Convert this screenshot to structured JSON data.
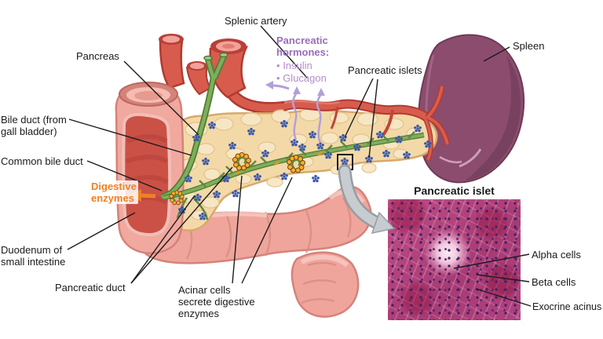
{
  "figure": {
    "type": "anatomical-diagram",
    "subject": "Pancreas with duodenum, spleen, splenic artery and pancreatic islet histology inset"
  },
  "labels": {
    "splenic_artery": "Splenic artery",
    "pancreas": "Pancreas",
    "bile_duct_line1": "Bile duct (from",
    "bile_duct_line2": "gall bladder)",
    "common_bile_duct": "Common bile duct",
    "digestive_enzymes_line1": "Digestive",
    "digestive_enzymes_line2": "enzymes",
    "duodenum_line1": "Duodenum of",
    "duodenum_line2": "small intestine",
    "pancreatic_duct": "Pancreatic duct",
    "acinar_line1": "Acinar cells",
    "acinar_line2": "secrete digestive",
    "acinar_line3": "enzymes",
    "pancreatic_islets": "Pancreatic islets",
    "spleen": "Spleen"
  },
  "hormones": {
    "title_line1": "Pancreatic",
    "title_line2": "hormones:",
    "bullet": "•",
    "items": [
      "Insulin",
      "Glucagon"
    ]
  },
  "inset": {
    "title": "Pancreatic islet",
    "labels": [
      "Alpha cells",
      "Beta cells",
      "Exocrine acinus"
    ]
  },
  "colors": {
    "label_ink": "#1a1a1a",
    "hormone_title_purple": "#9b6cb8",
    "hormone_item_purple": "#b48cc8",
    "digestive_enzymes_orange": "#f08122",
    "artery_red": "#d85c4e",
    "duct_green": "#7fae5a",
    "islet_blue": "#3a57a8",
    "pancreas_cream": "#f3d9a8",
    "spleen_purple": "#8c4c6d",
    "histology_magenta": "#b5437e"
  }
}
